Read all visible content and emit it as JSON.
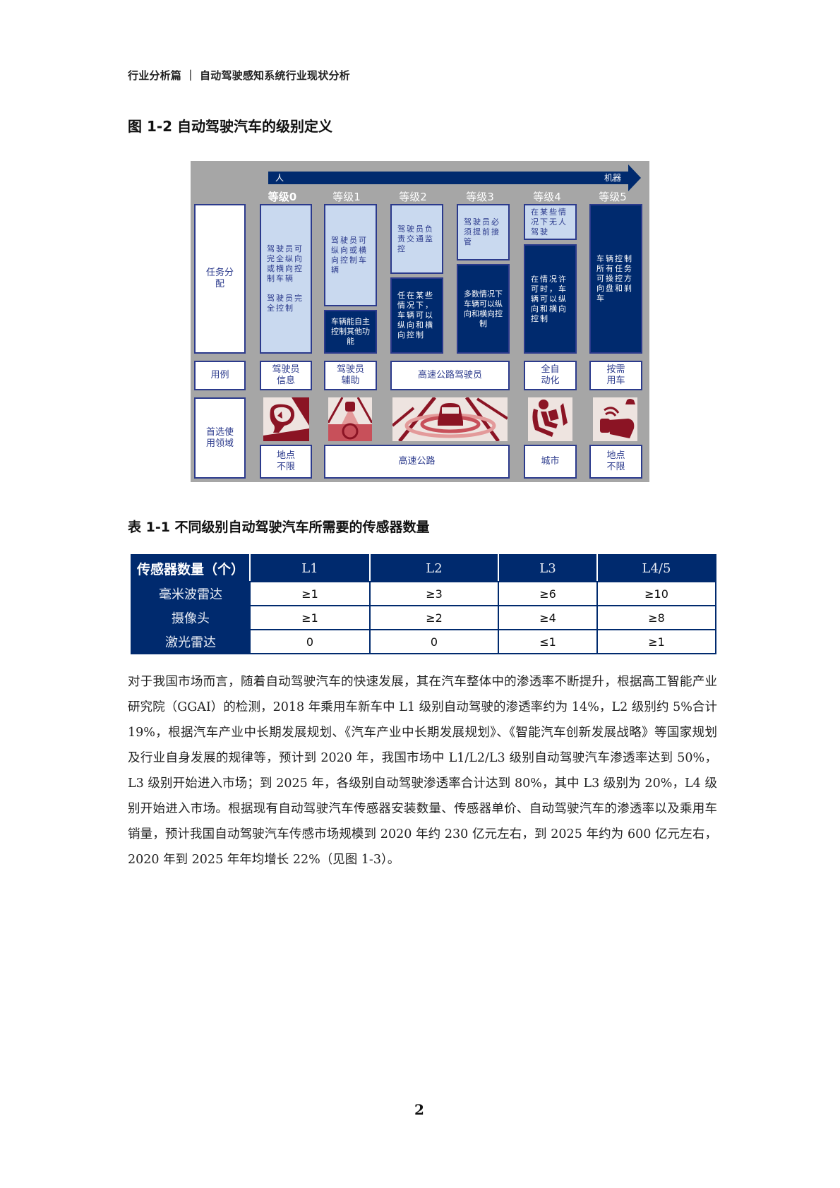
{
  "header": {
    "running_title": "行业分析篇 ｜ 自动驾驶感知系统行业现状分析"
  },
  "figure": {
    "caption": "图 1-2 自动驾驶汽车的级别定义",
    "arrow": {
      "left_label": "人",
      "right_label": "机器"
    },
    "levels": [
      "等级0",
      "等级1",
      "等级2",
      "等级3",
      "等级4",
      "等级5"
    ],
    "row_labels": {
      "task": "任务分配",
      "use_case": "用例",
      "domain": "首选使用领域"
    },
    "task_boxes": {
      "l0": "驾驶员可完全纵向或横向控制车辆\n\n驾驶员完全控制",
      "l1_driver": "驾驶员可纵向或横向控制车辆",
      "l1_vehicle": "车辆能自主控制其他功能",
      "l2_driver": "驾驶员负责交通监控",
      "l2_vehicle": "任在某些情况下，车辆可以纵向和横向控制",
      "l3_driver": "驾驶员必须提前接管",
      "l3_vehicle": "多数情况下车辆可以纵向和横向控制",
      "l4_driver": "在某些情况下无人驾驶",
      "l4_vehicle": "在情况许可时，车辆可以纵向和横向控制",
      "l5_vehicle": "车辆控制所有任务可操控方向盘和刹车"
    },
    "use_cases": {
      "l0": "驾驶员信息",
      "l1": "驾驶员辅助",
      "l2_l3": "高速公路驾驶员",
      "l4": "全自动化",
      "l5": "按需用车"
    },
    "domains": {
      "l0": "地点不限",
      "l1_l3": "高速公路",
      "l4": "城市",
      "l5": "地点不限"
    },
    "icons": [
      "side-mirror-warning-icon",
      "driver-assist-cockpit-icon",
      "highway-car-radar-icon",
      "reading-passenger-icon",
      "smartwatch-summon-car-icon"
    ],
    "colors": {
      "background": "#a6a6a6",
      "dark": "#002a6e",
      "light": "#c9d9ef",
      "icon_red": "#8b1424"
    }
  },
  "table": {
    "caption": "表 1-1 不同级别自动驾驶汽车所需要的传感器数量",
    "headers": [
      "传感器数量（个）",
      "L1",
      "L2",
      "L3",
      "L4/5"
    ],
    "rows": [
      {
        "sensor": "毫米波雷达",
        "values": [
          "≥1",
          "≥3",
          "≥6",
          "≥10"
        ]
      },
      {
        "sensor": "摄像头",
        "values": [
          "≥1",
          "≥2",
          "≥4",
          "≥8"
        ]
      },
      {
        "sensor": "激光雷达",
        "values": [
          "0",
          "0",
          "≤1",
          "≥1"
        ]
      }
    ]
  },
  "body": {
    "paragraph": "对于我国市场而言，随着自动驾驶汽车的快速发展，其在汽车整体中的渗透率不断提升，根据高工智能产业研究院（GGAI）的检测，2018 年乘用车新车中 L1 级别自动驾驶的渗透率约为 14%，L2 级别约 5%合计 19%，根据汽车产业中长期发展规划、《汽车产业中长期发展规划》、《智能汽车创新发展战略》等国家规划及行业自身发展的规律等，预计到 2020 年，我国市场中 L1/L2/L3 级别自动驾驶汽车渗透率达到 50%，L3 级别开始进入市场；到 2025 年，各级别自动驾驶渗透率合计达到 80%，其中 L3 级别为 20%，L4 级别开始进入市场。根据现有自动驾驶汽车传感器安装数量、传感器单价、自动驾驶汽车的渗透率以及乘用车销量，预计我国自动驾驶汽车传感市场规模到 2020 年约 230 亿元左右，到 2025 年约为 600 亿元左右，2020 年到 2025 年年均增长 22%（见图 1-3）。"
  },
  "footer": {
    "page_number": "2"
  }
}
